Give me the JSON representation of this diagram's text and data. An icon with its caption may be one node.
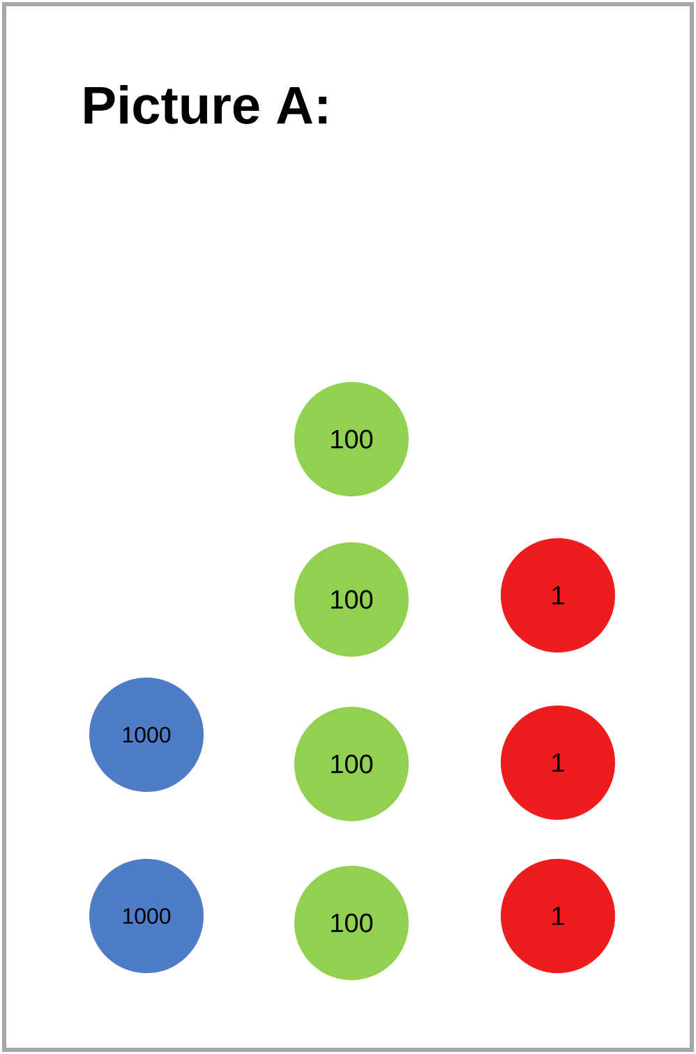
{
  "diagram": {
    "title": "Picture A:",
    "nodes": [
      {
        "text": [
          "100"
        ]
      },
      {
        "text": [
          "100"
        ]
      },
      {
        "text": [
          "1"
        ]
      },
      {
        "text": [
          "1000"
        ]
      },
      {
        "text": [
          "100"
        ]
      },
      {
        "text": [
          "1"
        ]
      },
      {
        "text": [
          "1000"
        ]
      },
      {
        "text": [
          "100"
        ]
      },
      {
        "text": [
          "1"
        ]
      }
    ]
  }
}
